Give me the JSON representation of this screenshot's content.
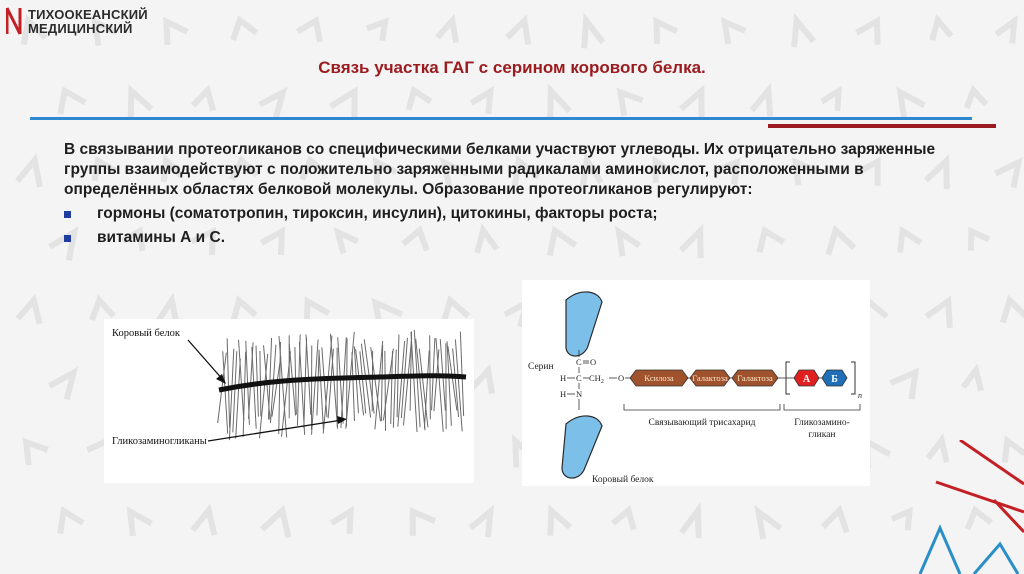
{
  "logo": {
    "line1": "ТИХООКЕАНСКИЙ",
    "line2": "МЕДИЦИНСКИЙ"
  },
  "title": "Связь участка ГАГ с серином корового белка.",
  "paragraph": "В связывании протеогликанов со специфическими белками участвуют углеводы. Их отрицательно заряженные группы взаимодействуют с положительно заряженными радикалами аминокислот, расположенными  в определённых областях белковой молекулы. Образование протеогликанов регулируют:",
  "bullets": [
    "гормоны (соматотропин, тироксин, инсулин), цитокины, факторы роста;",
    "витамины А и С."
  ],
  "figure_left": {
    "label_core": "Коровый белок",
    "label_gag": "Гликозаминогликаны"
  },
  "figure_right": {
    "serine": "Серин",
    "atom_c_top": "C",
    "atom_o": "O",
    "atom_c_mid": "C",
    "atom_h": "H",
    "ch2": "CH",
    "ch2_sub": "2",
    "atom_o_link": "O",
    "atom_n": "N",
    "atom_h_n": "H",
    "sugar1": "Ксилоза",
    "sugar2": "Галактоза",
    "sugar3": "Галактоза",
    "unit_a": "А",
    "unit_b": "Б",
    "subscript_n": "n",
    "linker_label": "Связывающий трисахарид",
    "gag_label_1": "Гликозамино-",
    "gag_label_2": "гликан",
    "core_label": "Коровый белок"
  },
  "colors": {
    "title": "#9b1c20",
    "rule_blue": "#2e8ad0",
    "rule_red": "#9b1c20",
    "bullet": "#1f3d9e",
    "protein": "#7cc0ea",
    "sugar": "#a0522d",
    "unit": "#e02020",
    "unit_b": "#1e6fb8"
  }
}
